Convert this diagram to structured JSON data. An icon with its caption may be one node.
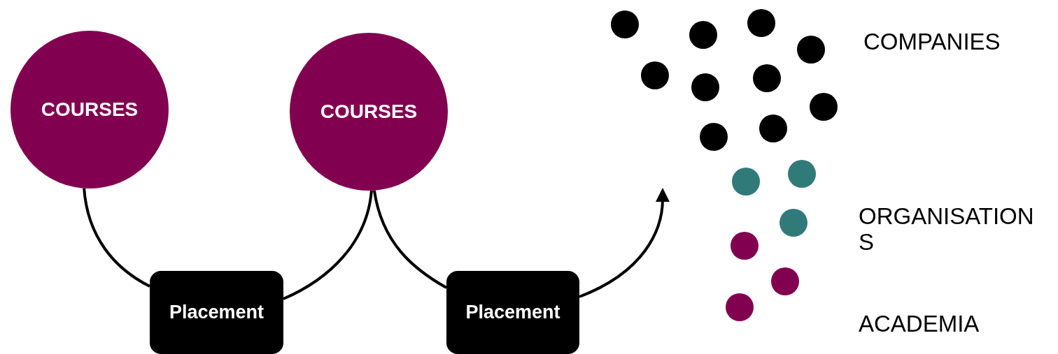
{
  "diagram": {
    "nodes": [
      {
        "text": [
          "COURSES"
        ]
      },
      {
        "text": [
          "COURSES"
        ]
      },
      {
        "text": [
          "Placement"
        ]
      },
      {
        "text": [
          "Placement"
        ]
      }
    ],
    "edges": [
      {
        "from": 0,
        "to": 2,
        "arrow": "none"
      },
      {
        "from": 2,
        "to": 1,
        "arrow": "none"
      },
      {
        "from": 1,
        "to": 3,
        "arrow": "none"
      },
      {
        "from": 3,
        "to": null,
        "arrow": "to"
      }
    ],
    "legend": [
      {
        "text": "COMPANIES",
        "color": "#000000"
      },
      {
        "text": "ORGANISATIONS",
        "color": "#317a7a"
      },
      {
        "text": "ACADEMIA",
        "color": "#820050"
      }
    ]
  }
}
